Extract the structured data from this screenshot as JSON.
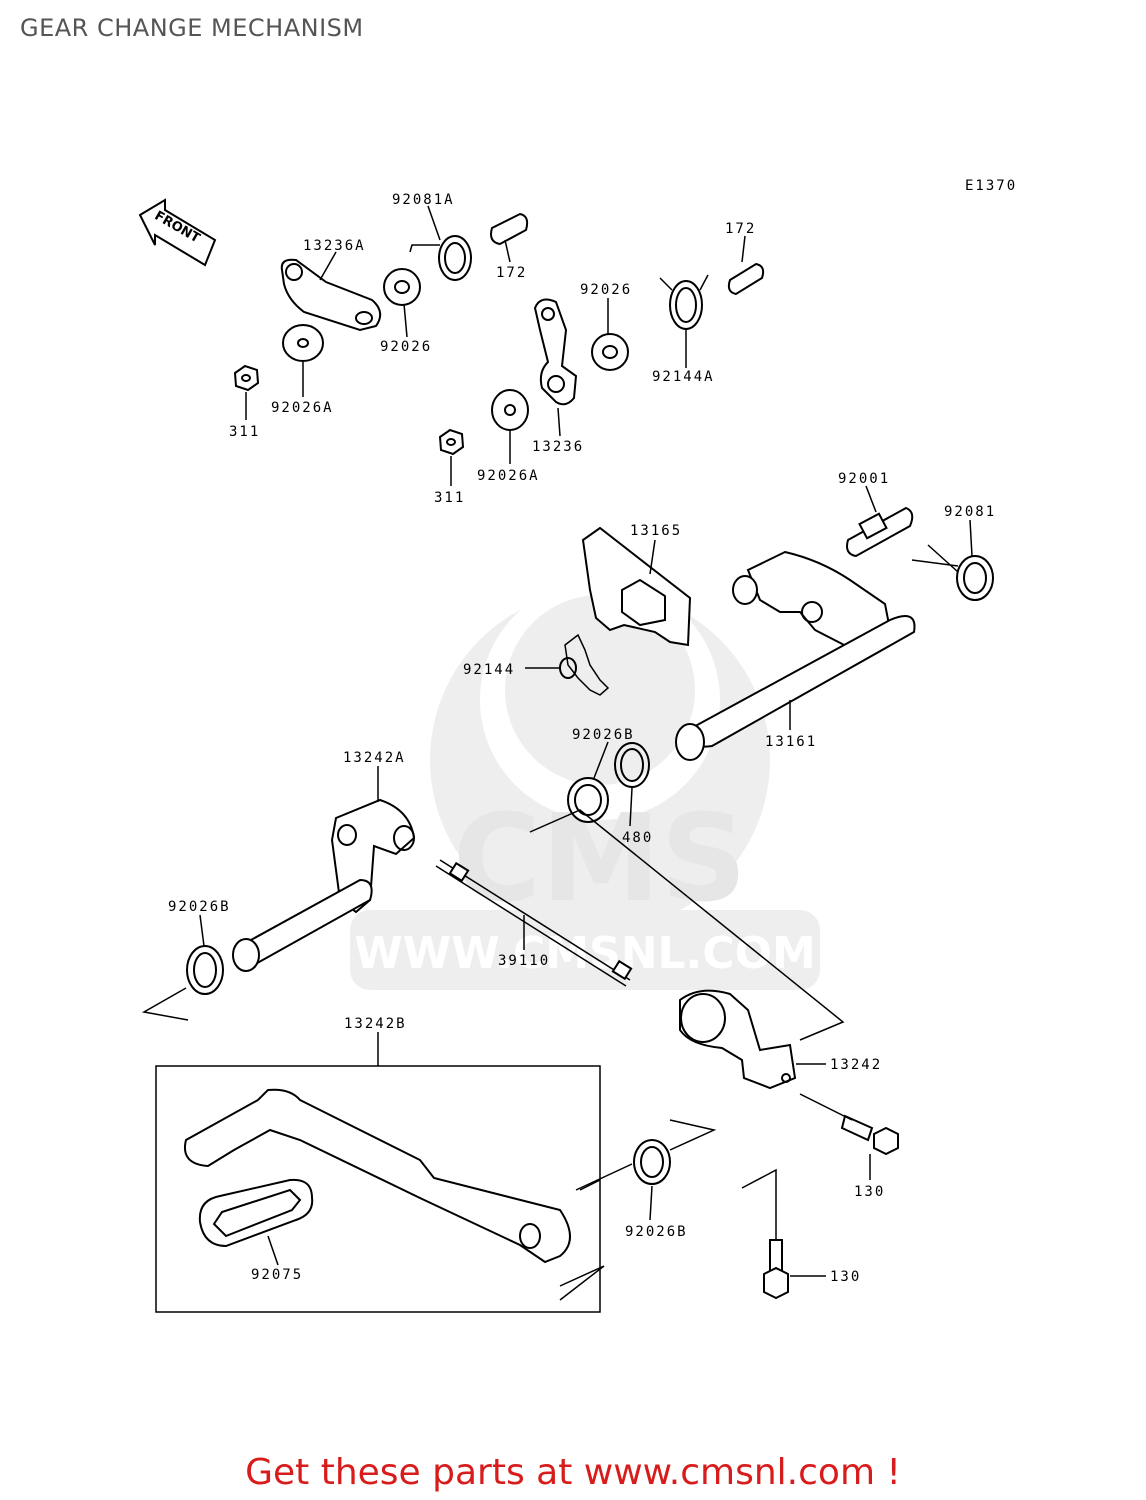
{
  "header": {
    "title": "GEAR CHANGE MECHANISM"
  },
  "diagram": {
    "code": "E1370",
    "front_label": "FRONT",
    "watermark": {
      "logo_text": "CMS",
      "url_text": "WWW.CMSNL.COM"
    },
    "parts": [
      {
        "id": "p1",
        "label": "92081A"
      },
      {
        "id": "p2",
        "label": "13236A"
      },
      {
        "id": "p3",
        "label": "172"
      },
      {
        "id": "p4",
        "label": "172"
      },
      {
        "id": "p5",
        "label": "92026"
      },
      {
        "id": "p6",
        "label": "92026"
      },
      {
        "id": "p7",
        "label": "92144A"
      },
      {
        "id": "p8",
        "label": "92026A"
      },
      {
        "id": "p9",
        "label": "311"
      },
      {
        "id": "p10",
        "label": "13236"
      },
      {
        "id": "p11",
        "label": "311"
      },
      {
        "id": "p12",
        "label": "92026A"
      },
      {
        "id": "p13",
        "label": "92001"
      },
      {
        "id": "p14",
        "label": "13165"
      },
      {
        "id": "p15",
        "label": "92081"
      },
      {
        "id": "p16",
        "label": "92144"
      },
      {
        "id": "p17",
        "label": "13161"
      },
      {
        "id": "p18",
        "label": "92026B"
      },
      {
        "id": "p19",
        "label": "13242A"
      },
      {
        "id": "p20",
        "label": "480"
      },
      {
        "id": "p21",
        "label": "92026B"
      },
      {
        "id": "p22",
        "label": "39110"
      },
      {
        "id": "p23",
        "label": "13242B"
      },
      {
        "id": "p24",
        "label": "13242"
      },
      {
        "id": "p25",
        "label": "130"
      },
      {
        "id": "p26",
        "label": "92026B"
      },
      {
        "id": "p27",
        "label": "92075"
      },
      {
        "id": "p28",
        "label": "130"
      }
    ]
  },
  "footer": {
    "cta": "Get these parts at www.cmsnl.com !"
  }
}
